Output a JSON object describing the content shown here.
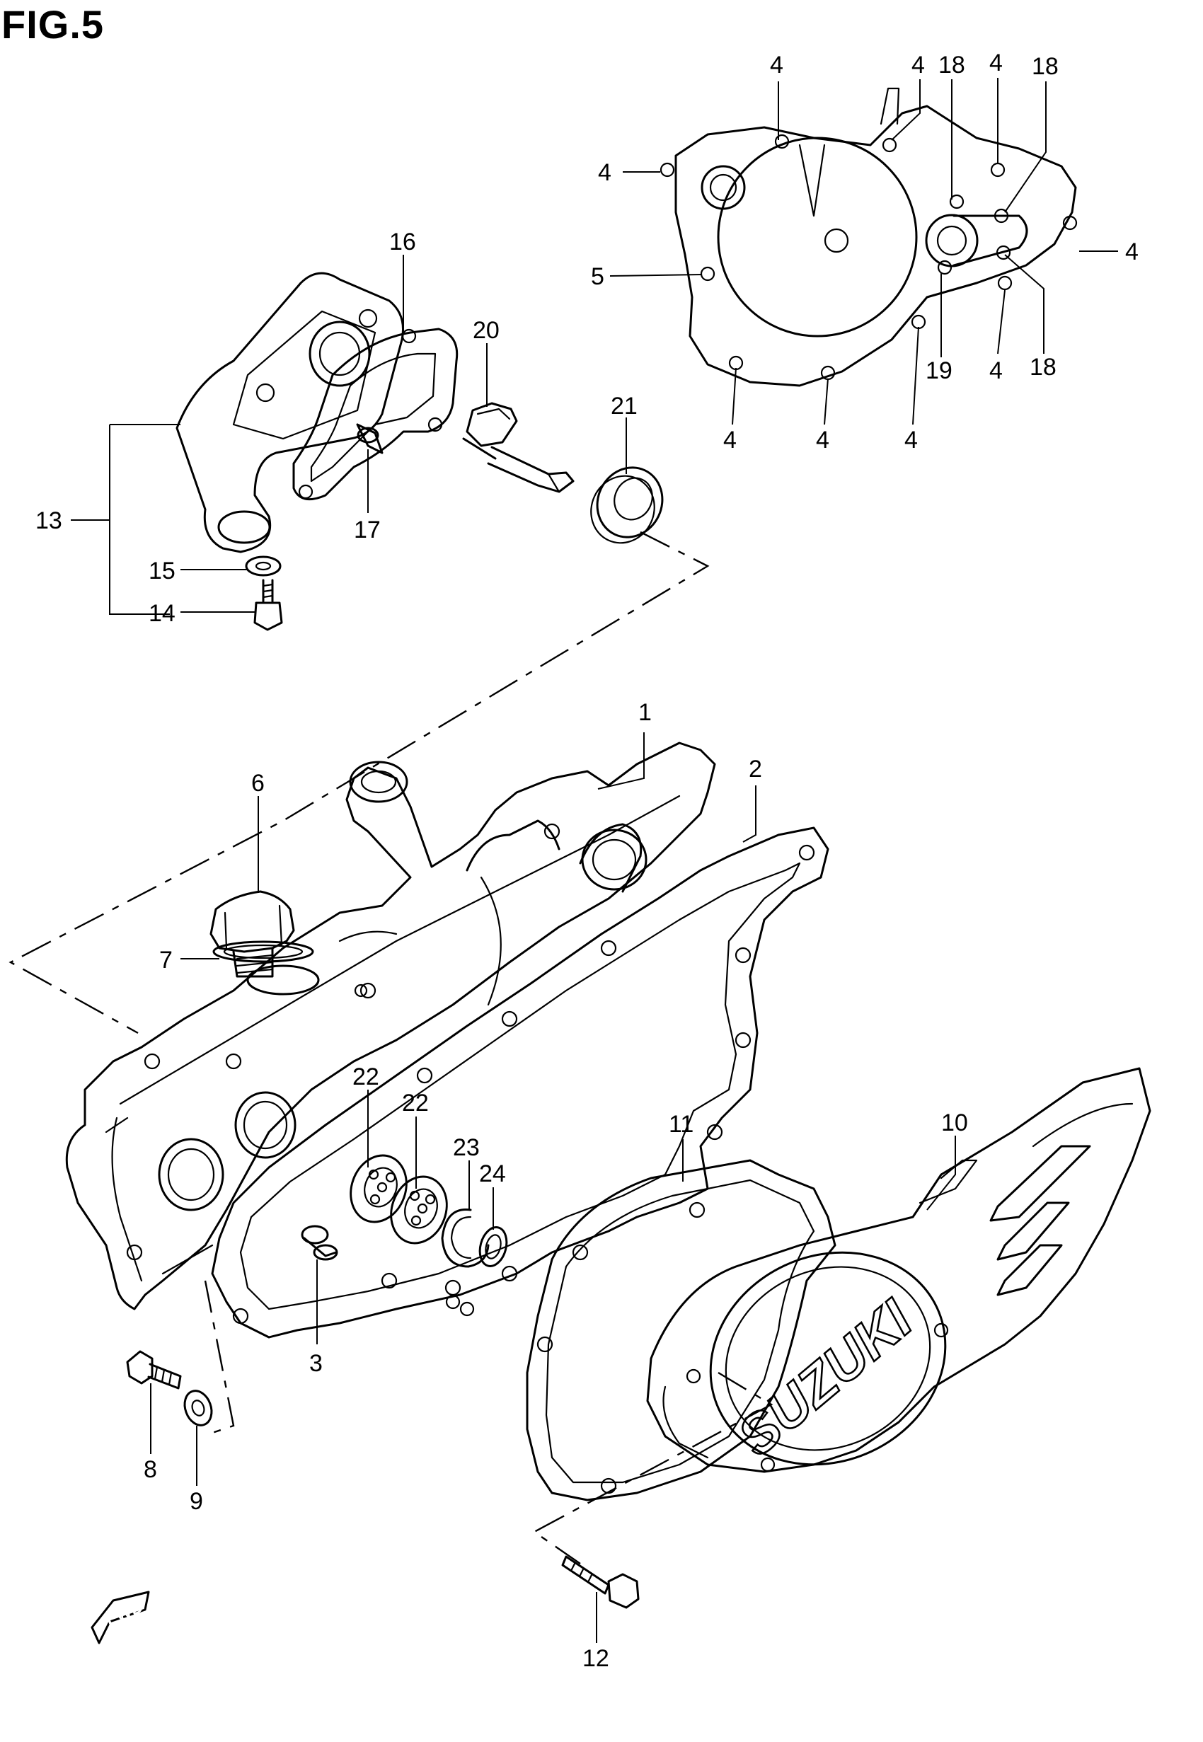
{
  "figure": {
    "title": "FIG.5"
  },
  "callouts": [
    {
      "id": "c1",
      "text": "1"
    },
    {
      "id": "c2",
      "text": "2"
    },
    {
      "id": "c3",
      "text": "3"
    },
    {
      "id": "c4a",
      "text": "4"
    },
    {
      "id": "c4b",
      "text": "4"
    },
    {
      "id": "c4c",
      "text": "4"
    },
    {
      "id": "c4d",
      "text": "4"
    },
    {
      "id": "c4e",
      "text": "4"
    },
    {
      "id": "c4f",
      "text": "4"
    },
    {
      "id": "c4g",
      "text": "4"
    },
    {
      "id": "c4h",
      "text": "4"
    },
    {
      "id": "c4i",
      "text": "4"
    },
    {
      "id": "c5",
      "text": "5"
    },
    {
      "id": "c6",
      "text": "6"
    },
    {
      "id": "c7",
      "text": "7"
    },
    {
      "id": "c8",
      "text": "8"
    },
    {
      "id": "c9",
      "text": "9"
    },
    {
      "id": "c10",
      "text": "10"
    },
    {
      "id": "c11",
      "text": "11"
    },
    {
      "id": "c12",
      "text": "12"
    },
    {
      "id": "c13",
      "text": "13"
    },
    {
      "id": "c14",
      "text": "14"
    },
    {
      "id": "c15",
      "text": "15"
    },
    {
      "id": "c16",
      "text": "16"
    },
    {
      "id": "c17",
      "text": "17"
    },
    {
      "id": "c18a",
      "text": "18"
    },
    {
      "id": "c18b",
      "text": "18"
    },
    {
      "id": "c18c",
      "text": "18"
    },
    {
      "id": "c19",
      "text": "19"
    },
    {
      "id": "c20",
      "text": "20"
    },
    {
      "id": "c21",
      "text": "21"
    },
    {
      "id": "c22a",
      "text": "22"
    },
    {
      "id": "c22b",
      "text": "22"
    },
    {
      "id": "c23",
      "text": "23"
    },
    {
      "id": "c24",
      "text": "24"
    }
  ],
  "cover_logo": "SUZUKI",
  "direction_marker": "FWD"
}
